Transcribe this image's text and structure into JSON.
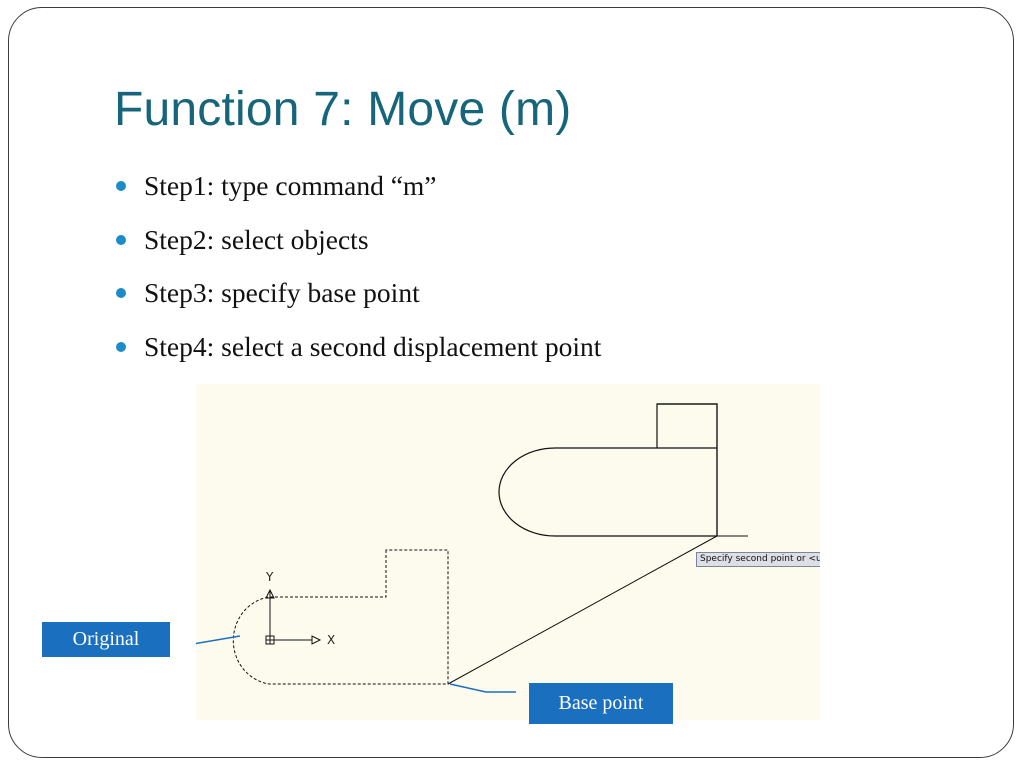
{
  "slide": {
    "title": "Function 7: Move (m)",
    "bullets": [
      "Step1: type command “m”",
      "Step2: select objects",
      "Step3: specify base point",
      "Step4: select a second displacement point"
    ]
  },
  "figure": {
    "tooltip": "Specify second point or <use first point as displacement>",
    "axis_y": "Y",
    "axis_x": "X",
    "callouts": {
      "original": "Original",
      "base_point": "Base point"
    }
  },
  "colors": {
    "title": "#17657a",
    "bullet_dot": "#1b8cc7",
    "callout_bg": "#1b6fbf",
    "canvas_bg": "#fdfbee"
  }
}
